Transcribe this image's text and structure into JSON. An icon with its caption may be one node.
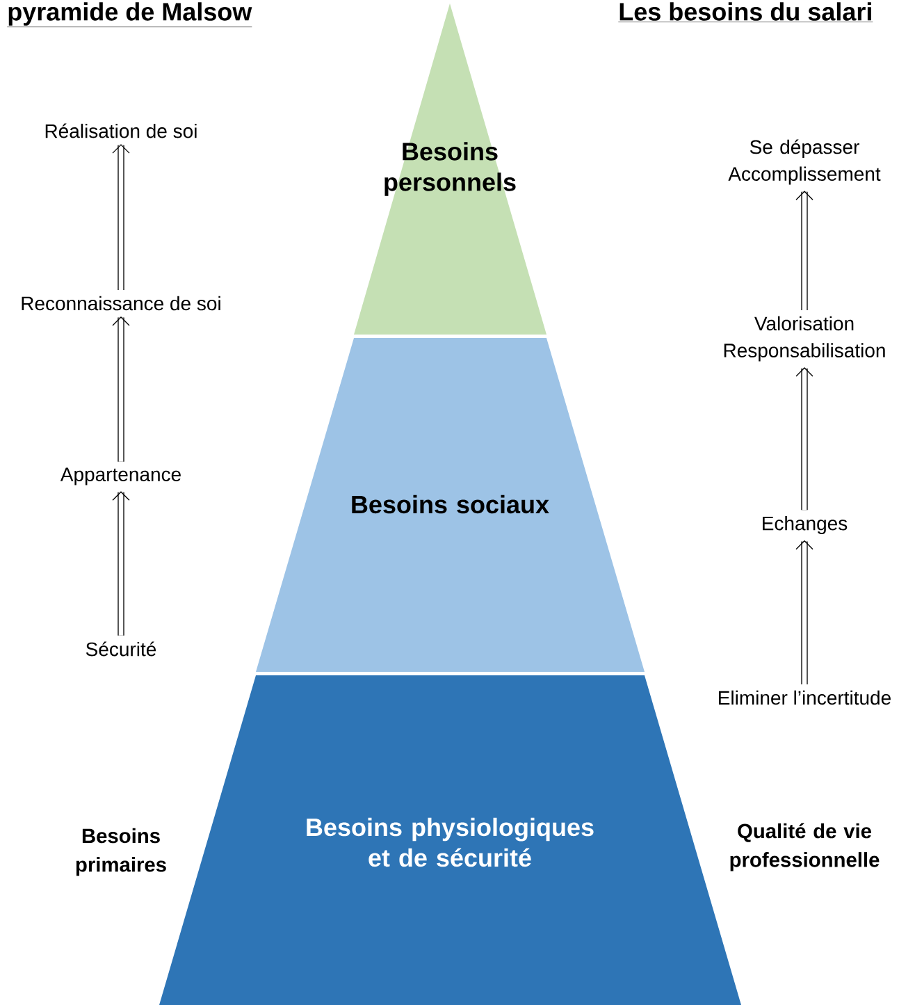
{
  "diagram": {
    "nodes": [
      {
        "text": [
          "Besoins personnels"
        ]
      },
      {
        "text": [
          "Besoins sociaux"
        ]
      },
      {
        "text": [
          "Besoins physiologiques et de sécurité"
        ]
      },
      {
        "text": [
          "Réalisation de soi"
        ]
      },
      {
        "text": [
          "Reconnaissance de soi"
        ]
      },
      {
        "text": [
          "Appartenance"
        ]
      },
      {
        "text": [
          "Sécurité"
        ]
      },
      {
        "text": [
          "Se dépasser Accomplissement"
        ]
      },
      {
        "text": [
          "Valorisation Responsabilisation"
        ]
      },
      {
        "text": [
          "Echanges"
        ]
      },
      {
        "text": [
          "Eliminer l’incertitude"
        ]
      }
    ],
    "edges": [
      {
        "from": 4,
        "to": 3,
        "arrow": "to"
      },
      {
        "from": 5,
        "to": 4,
        "arrow": "to"
      },
      {
        "from": 6,
        "to": 5,
        "arrow": "to"
      },
      {
        "from": 8,
        "to": 7,
        "arrow": "to"
      },
      {
        "from": 9,
        "to": 8,
        "arrow": "to"
      },
      {
        "from": 10,
        "to": 9,
        "arrow": "to"
      }
    ],
    "labels": [
      "pyramide de Malsow",
      "Les besoins du salari",
      "Besoins primaires",
      "Qualité de vie professionnelle"
    ]
  }
}
